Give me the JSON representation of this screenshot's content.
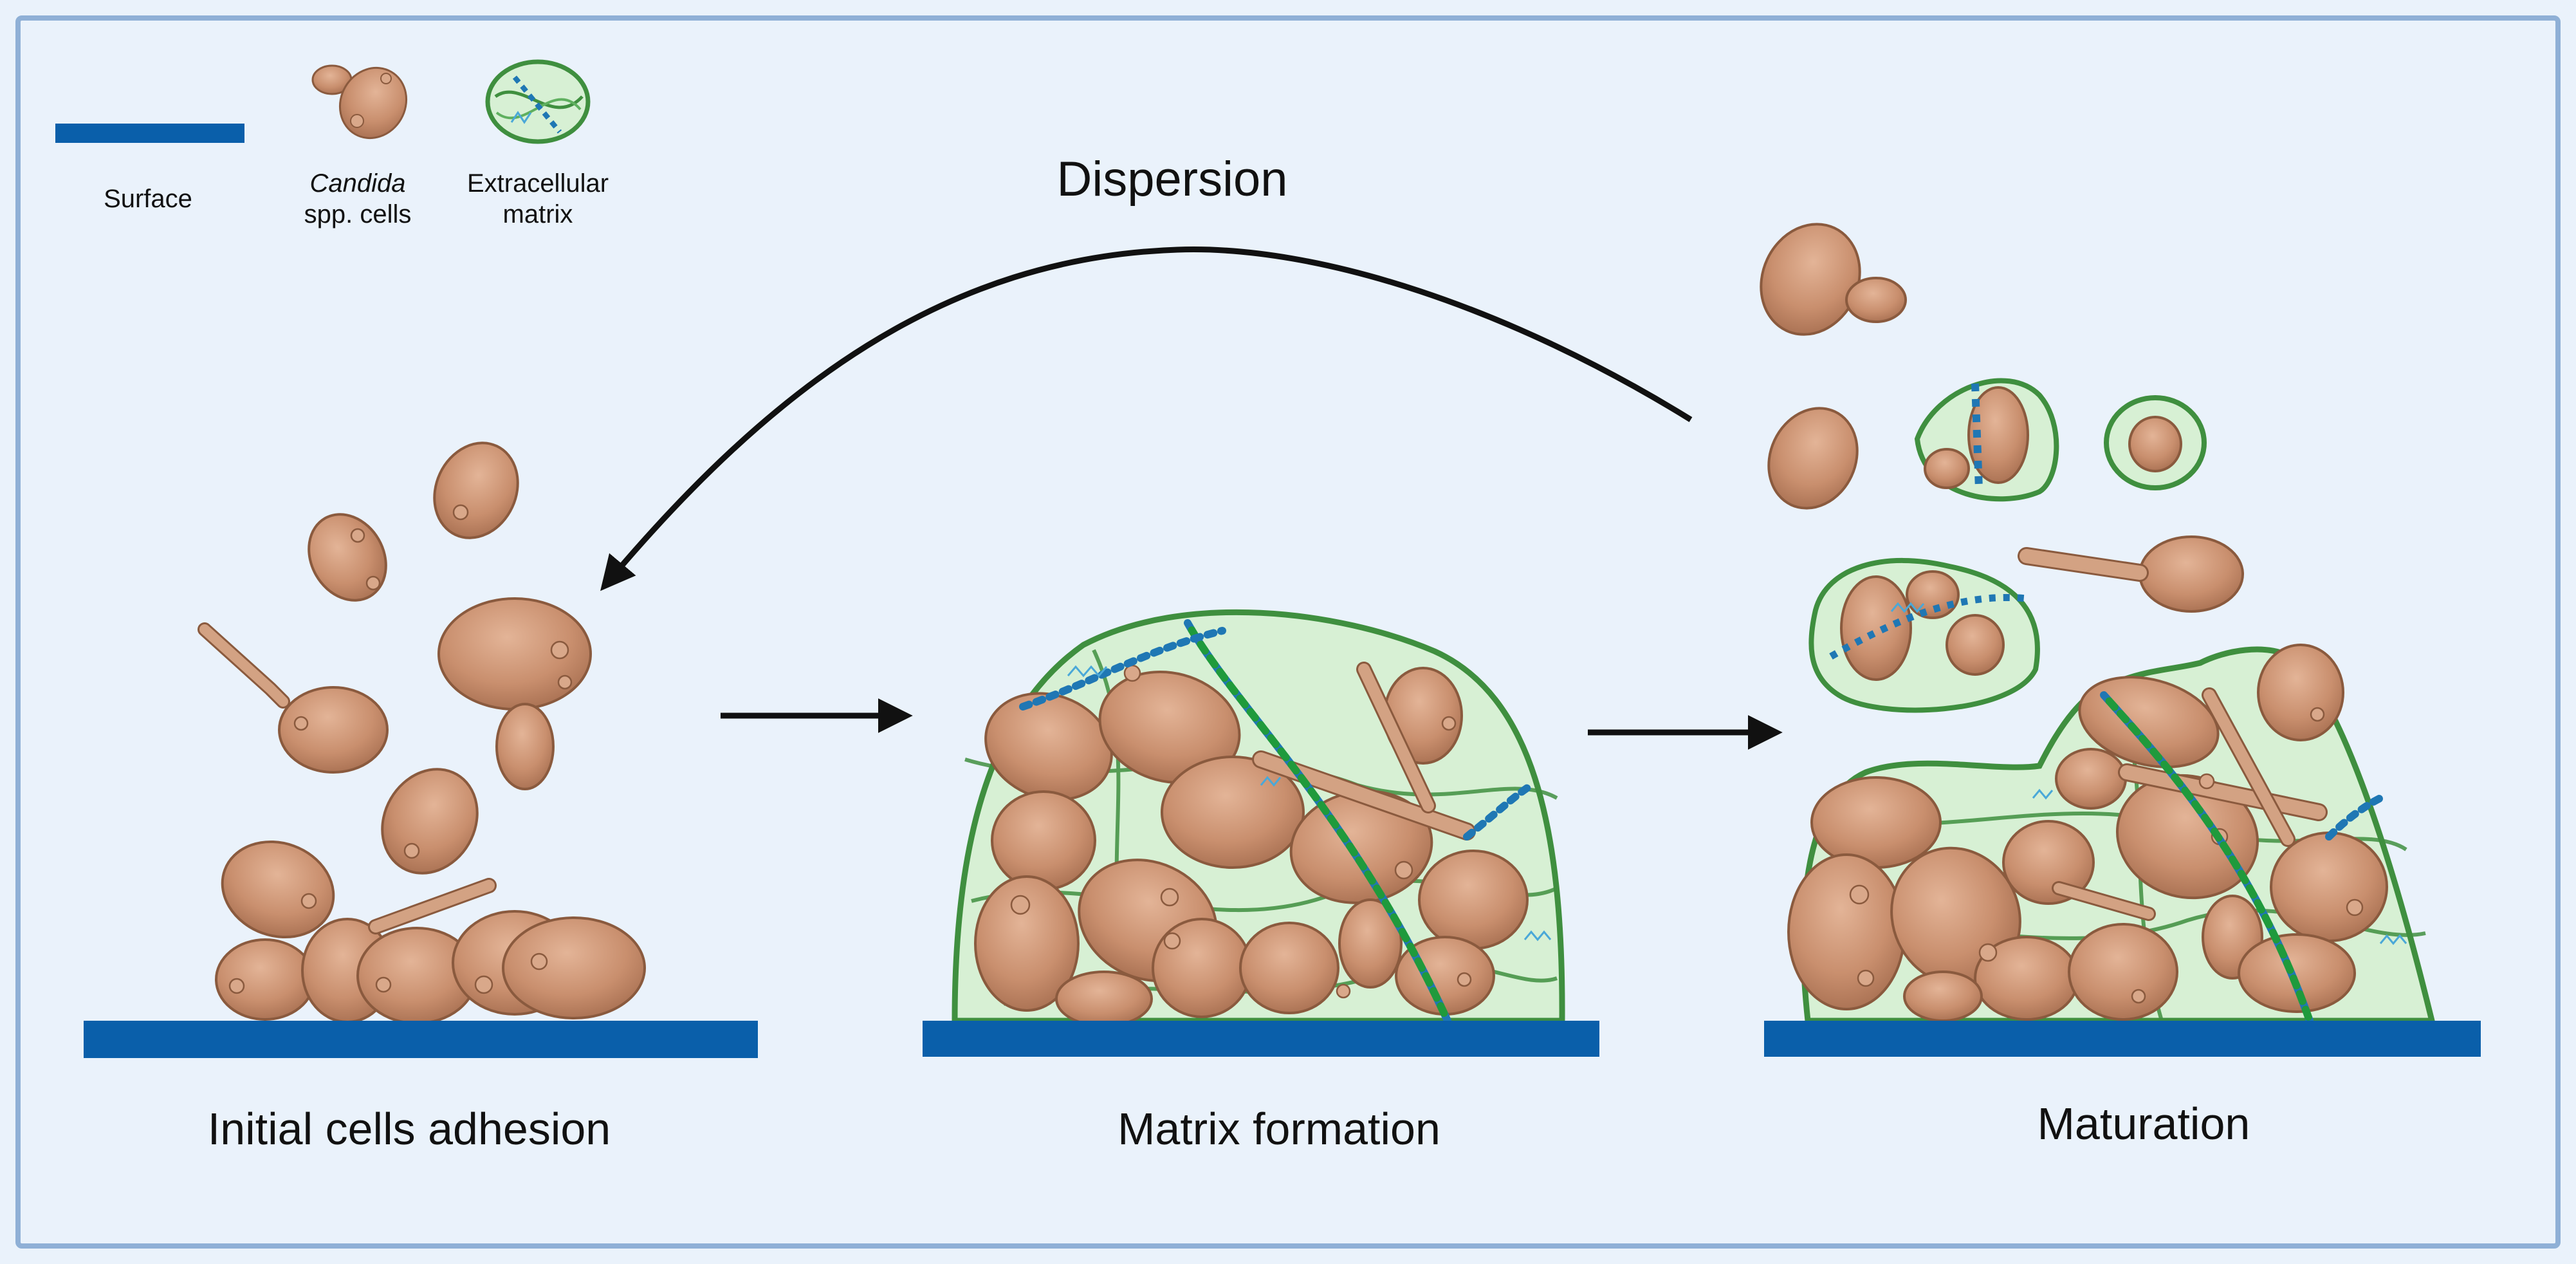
{
  "legend": {
    "surface_label": "Surface",
    "cells_label_italic": "Candida",
    "cells_label_rest": "spp. cells",
    "matrix_label_line1": "Extracellular",
    "matrix_label_line2": "matrix",
    "surface_icon": "surface-bar-icon",
    "cells_icon": "candida-cells-icon",
    "matrix_icon": "extracellular-matrix-icon"
  },
  "stages": {
    "adhesion": "Initial cells adhesion",
    "matrix": "Matrix formation",
    "maturation": "Maturation"
  },
  "dispersion_label": "Dispersion",
  "colors": {
    "background": "#eaf2fb",
    "frame": "#8fb0d6",
    "surface": "#0a5faa",
    "cell_fill": "#c98f6e",
    "cell_stroke": "#8a5a3e",
    "matrix_fill": "#d7f0d4",
    "matrix_stroke": "#3f8f3f",
    "chain_blue": "#1f77b4",
    "chain_green": "#1f9a3c",
    "arrow": "#111111"
  }
}
